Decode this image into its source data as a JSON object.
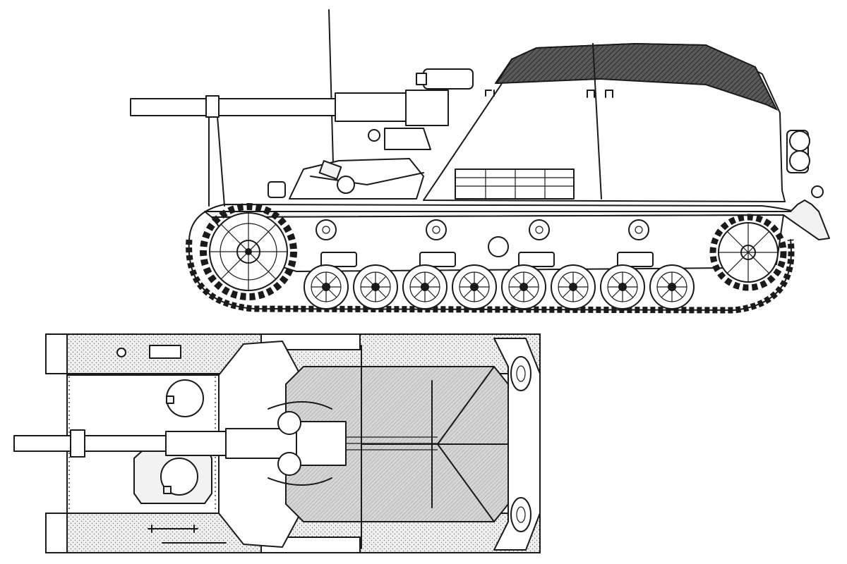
{
  "drawing": {
    "views": [
      "side",
      "top"
    ],
    "style": "technical line drawing",
    "line_color": "#1a1a1a",
    "background_color": "#ffffff",
    "dark_fill_color": "#4a4a4a",
    "shade_fill_color": "#d9d9d9",
    "stipple_color": "#e9e9e9"
  },
  "side_view": {
    "road_wheel_count": 8,
    "return_roller_count": 4,
    "has_drive_sprocket": true,
    "has_idler_wheel": true,
    "has_antenna": true,
    "has_travel_lock": true
  },
  "top_view": {
    "hatch_count": 2,
    "has_gun_barrel": true,
    "has_open_fighting_compartment": true
  }
}
